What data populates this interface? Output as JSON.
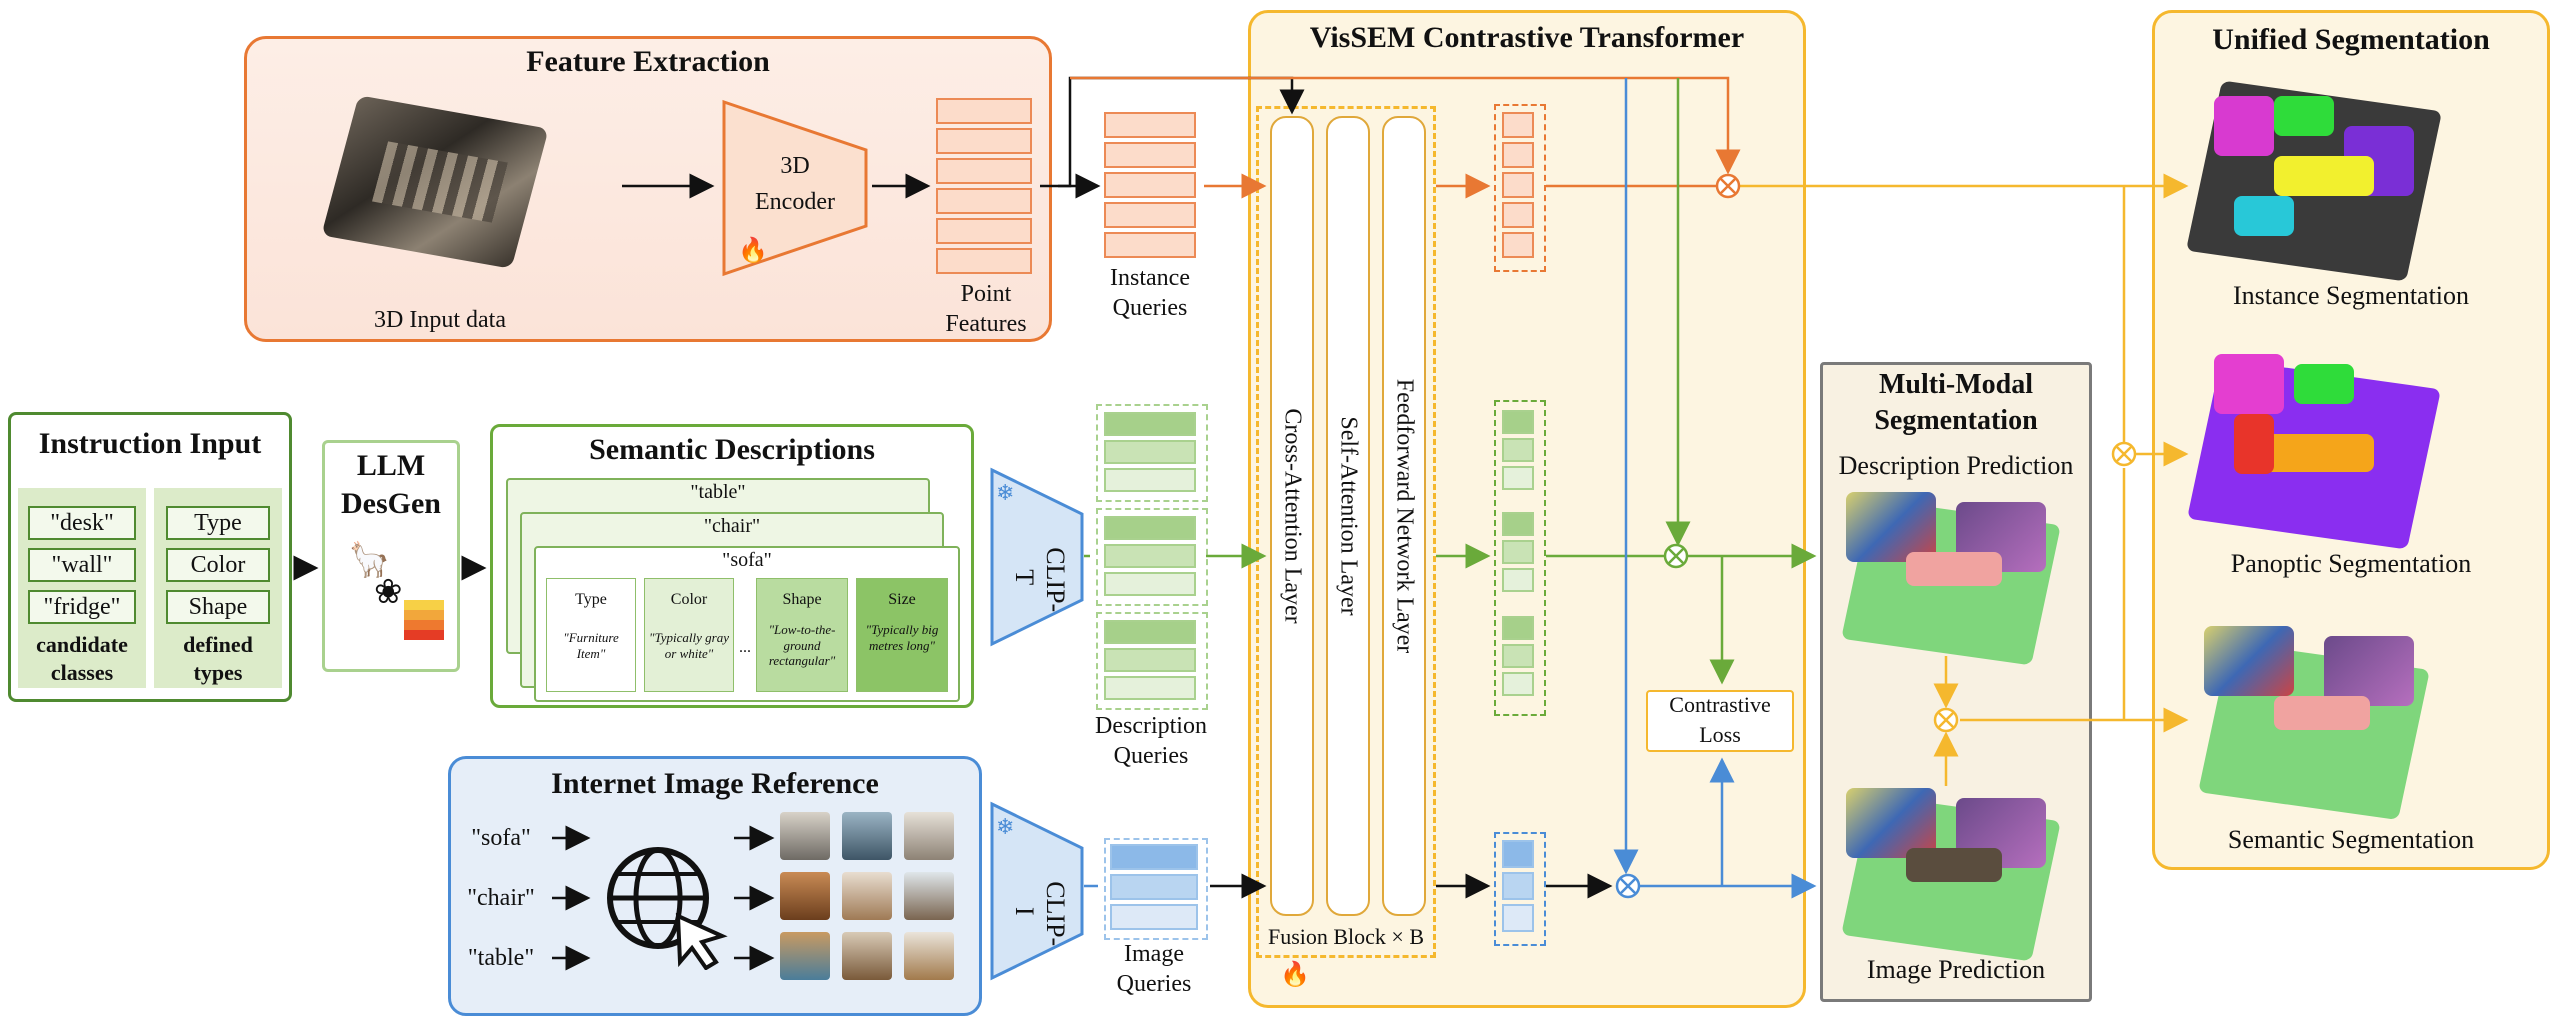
{
  "feature_extraction": {
    "title": "Feature Extraction",
    "input_label": "3D Input data",
    "encoder_label_line1": "3D",
    "encoder_label_line2": "Encoder",
    "point_features_line1": "Point",
    "point_features_line2": "Features",
    "fire_icon": "fire-icon"
  },
  "queries": {
    "instance_line1": "Instance",
    "instance_line2": "Queries",
    "description_line1": "Description",
    "description_line2": "Queries",
    "image_line1": "Image",
    "image_line2": "Queries"
  },
  "instruction": {
    "title": "Instruction Input",
    "classes": [
      "\"desk\"",
      "\"wall\"",
      "\"fridge\""
    ],
    "types": [
      "Type",
      "Color",
      "Shape"
    ],
    "classes_caption_line1": "candidate",
    "classes_caption_line2": "classes",
    "types_caption_line1": "defined",
    "types_caption_line2": "types"
  },
  "llm": {
    "line1": "LLM",
    "line2": "DesGen"
  },
  "semantic": {
    "title": "Semantic Descriptions",
    "card_titles": [
      "\"table\"",
      "\"chair\"",
      "\"sofa\""
    ],
    "columns": [
      {
        "head": "Type",
        "body": "\"Furniture Item\""
      },
      {
        "head": "Color",
        "body": "\"Typically gray or white\""
      },
      {
        "head": "Shape",
        "body": "\"Low-to-the-ground rectangular\""
      },
      {
        "head": "Size",
        "body": "\"Typically big metres long\""
      }
    ],
    "ellipsis": "..."
  },
  "clip": {
    "text_encoder": "CLIP-T",
    "image_encoder": "CLIP-I",
    "frozen_icon": "snowflake-icon"
  },
  "internet": {
    "title": "Internet Image Reference",
    "queries": [
      "\"sofa\"",
      "\"chair\"",
      "\"table\""
    ],
    "globe_icon": "globe-cursor-icon"
  },
  "transformer": {
    "title": "VisSEM Contrastive Transformer",
    "layers": [
      "Cross-Attention Layer",
      "Self-Attention Layer",
      "Feedforward Network Layer"
    ],
    "fusion_label": "Fusion Block × B",
    "contrastive_line1": "Contrastive",
    "contrastive_line2": "Loss"
  },
  "multimodal": {
    "title_line1": "Multi-Modal",
    "title_line2": "Segmentation",
    "description_prediction": "Description Prediction",
    "image_prediction": "Image Prediction"
  },
  "unified": {
    "title": "Unified Segmentation",
    "instance": "Instance Segmentation",
    "panoptic": "Panoptic Segmentation",
    "semantic": "Semantic Segmentation"
  },
  "colors": {
    "orange": "#e87833",
    "green": "#6aaa3a",
    "blue": "#4a8cd6",
    "yellow": "#f5b82e",
    "gray": "#7a7a7a"
  }
}
